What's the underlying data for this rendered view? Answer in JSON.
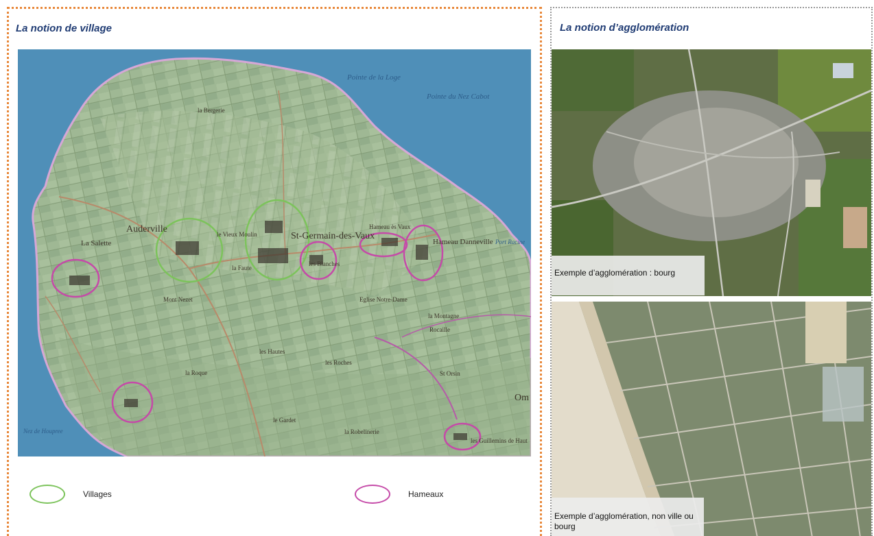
{
  "left_panel": {
    "title": "La notion de village",
    "map": {
      "labels": {
        "auderville": "Auderville",
        "st_germain": "St-Germain-des-Vaux",
        "hameau_dannevillle": "Hameau Danneville",
        "la_salette": "La Salette",
        "les_blanches": "les Blanches",
        "pointe_loge": "Pointe de la Loge",
        "pointe_nez": "Pointe du Nez Cabot",
        "port_racine": "Port Racine",
        "nez_de_houpree": "Nez de Houpree",
        "hameau_es_vaux": "Hameau ès Vaux",
        "la_bergerie": "la Bergerie",
        "le_vieux_moulin": "le Vieux Moulin",
        "la_faute": "la Faute",
        "mont_nezet": "Mont Nezet",
        "les_guillemins": "les Guillemins de Haut",
        "la_robelinerie": "la Robelinerie",
        "eglise": "Eglise Notre-Dame",
        "la_montagne": "la Montagne",
        "st_orsin": "St Orsin",
        "cle_rocaille": "Rocaille",
        "les_hautes": "les Hautes",
        "la_roque": "la Roque",
        "le_gardet": "le Gardet",
        "les_roches": "les Roches",
        "omonville": "Om"
      }
    },
    "legend": [
      {
        "label": "Villages",
        "color": "#7cc35b"
      },
      {
        "label": "Hameaux",
        "color": "#c54aa8"
      }
    ]
  },
  "right_panel": {
    "title": "La notion d’agglomération",
    "photos": [
      {
        "caption": "Exemple d’agglomération : bourg"
      },
      {
        "caption": "Exemple d’agglomération, non ville ou bourg"
      }
    ]
  },
  "colors": {
    "left_border": "#e8883a",
    "right_border": "#9a9a9a",
    "title": "#1f3b73",
    "village_circle": "#7cc35b",
    "hamlet_circle": "#c54aa8",
    "sea": "#4f8fb8",
    "land": "#9bb391"
  }
}
